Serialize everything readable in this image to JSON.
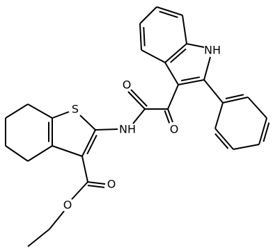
{
  "molecule": {
    "atoms": {
      "sulfur": "S",
      "amide_nh": "NH",
      "indole_nh": "NH",
      "amide_oxygen": "O",
      "ketone_oxygen": "O",
      "ester_carbonyl_oxygen": "O",
      "ester_ether_oxygen": "O"
    }
  }
}
